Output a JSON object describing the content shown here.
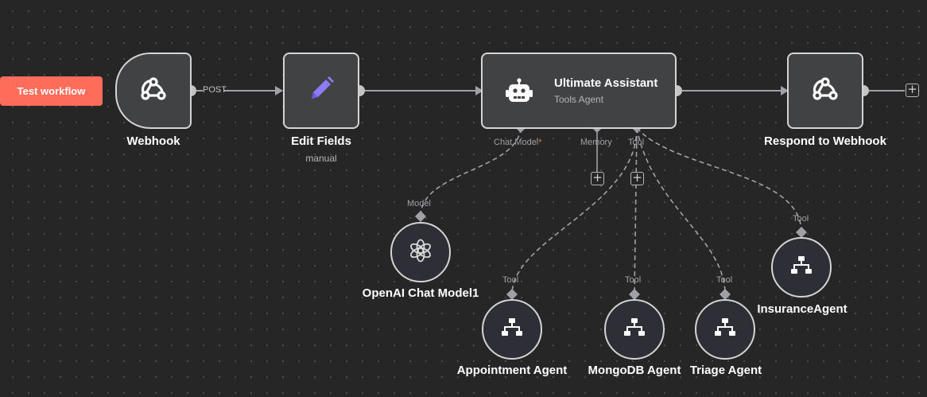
{
  "toolbar": {
    "test_workflow_label": "Test workflow"
  },
  "nodes": {
    "webhook": {
      "title": "Webhook",
      "icon": "webhook-icon",
      "output_label": "POST"
    },
    "edit_fields": {
      "title": "Edit Fields",
      "subtitle": "manual",
      "icon": "pencil-icon"
    },
    "assistant": {
      "title": "Ultimate Assistant",
      "subtitle": "Tools Agent",
      "icon": "robot-icon",
      "ports": {
        "chat_model": "Chat Model",
        "required_mark": "*",
        "memory": "Memory",
        "tool": "Tool"
      }
    },
    "respond": {
      "title": "Respond to Webhook",
      "icon": "webhook-icon"
    },
    "openai": {
      "title": "OpenAI Chat Model1",
      "port_label": "Model",
      "icon": "openai-icon"
    },
    "appointment": {
      "title": "Appointment Agent",
      "port_label": "Tool",
      "icon": "sitemap-icon"
    },
    "mongodb": {
      "title": "MongoDB Agent",
      "port_label": "Tool",
      "icon": "sitemap-icon"
    },
    "triage": {
      "title": "Triage Agent",
      "port_label": "Tool",
      "icon": "sitemap-icon"
    },
    "insurance": {
      "title": "InsuranceAgent",
      "port_label": "Tool",
      "icon": "sitemap-icon"
    }
  },
  "colors": {
    "canvas": "#262626",
    "node_fill": "#414244",
    "node_border": "#d4d4d4",
    "sub_node_fill": "#2d2e36",
    "connection": "#a0a0a8",
    "accent": "#ff6d5a",
    "pencil": "#8b7cf6"
  }
}
